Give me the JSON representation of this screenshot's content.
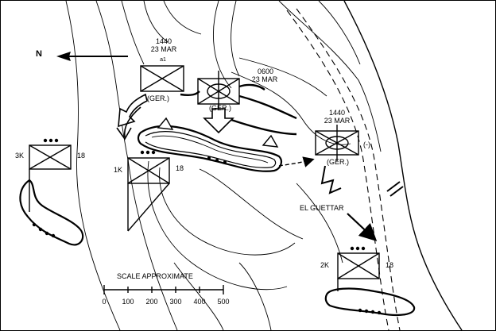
{
  "north_label": "N",
  "time_labels": {
    "ger_west_time": "1440",
    "ger_west_date": "23 MAR",
    "ger_west_size": "a1",
    "ger_center_time": "0600",
    "ger_center_date": "23 MAR",
    "ger_east_time": "1440",
    "ger_east_date": "23 MAR"
  },
  "unit_labels": {
    "ger_west": "(GER.)",
    "ger_center": "(GER.)",
    "ger_east": "(GER.)",
    "ger_east_suffix": "(-)",
    "bn_3k": "3K",
    "reg_3k": "18",
    "bn_1k": "1K",
    "reg_1k": "18",
    "bn_2k": "2K",
    "reg_2k": "18"
  },
  "place_labels": {
    "el_guettar": "EL GUETTAR"
  },
  "scale": {
    "title": "SCALE APPROXIMATE",
    "ticks": [
      "0",
      "100",
      "200",
      "300",
      "400",
      "500"
    ]
  }
}
